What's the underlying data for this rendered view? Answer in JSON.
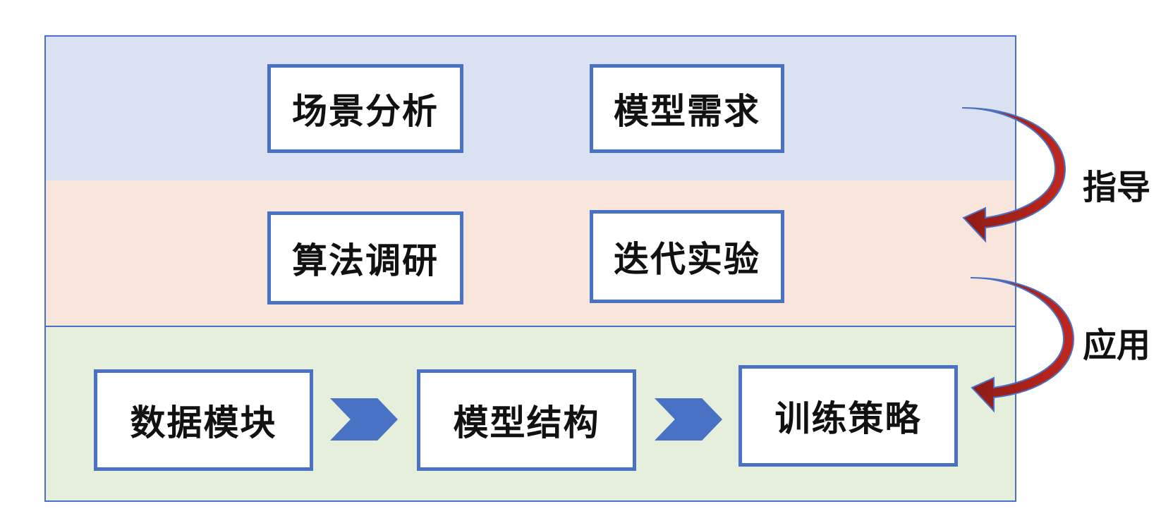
{
  "layers": {
    "top": {
      "boxes": [
        "场景分析",
        "模型需求"
      ]
    },
    "middle": {
      "boxes": [
        "算法调研",
        "迭代实验"
      ]
    },
    "bottom": {
      "boxes": [
        "数据模块",
        "模型结构",
        "训练策略"
      ]
    }
  },
  "side_labels": {
    "guide": "指导",
    "apply": "应用"
  },
  "colors": {
    "top_band": "#dae1f1",
    "middle_band": "#f8e5db",
    "bottom_band": "#e5efdc",
    "box_border": "#4a72c4",
    "chevron": "#4a72c4",
    "curved_arrow": "#b3221c"
  }
}
